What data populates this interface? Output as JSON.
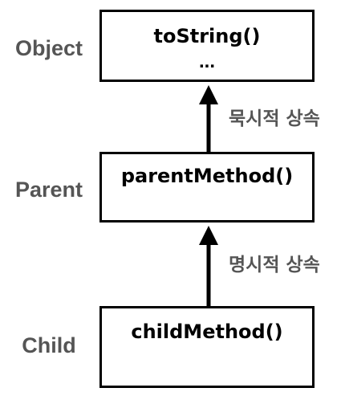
{
  "diagram": {
    "classes": {
      "object": {
        "label": "Object",
        "methods": [
          "toString()",
          "..."
        ]
      },
      "parent": {
        "label": "Parent",
        "methods": [
          "parentMethod()"
        ]
      },
      "child": {
        "label": "Child",
        "methods": [
          "childMethod()"
        ]
      }
    },
    "edges": {
      "parent_to_object": "묵시적 상속",
      "child_to_parent": "명시적 상속"
    }
  }
}
